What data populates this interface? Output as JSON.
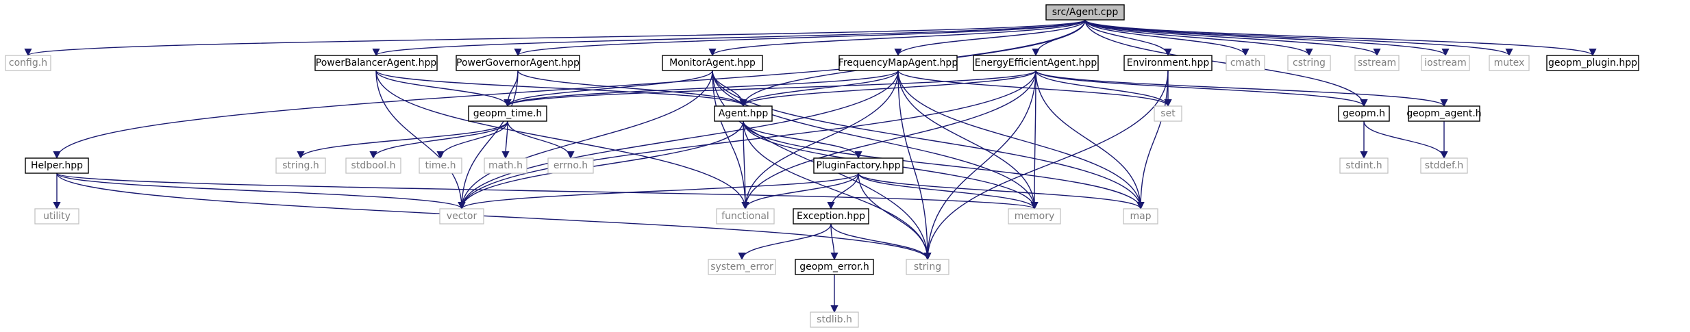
{
  "graph": {
    "edge_color": "#191970",
    "nodes": [
      {
        "id": "root",
        "label": "src/Agent.cpp",
        "kind": "root"
      },
      {
        "id": "config",
        "label": "config.h",
        "kind": "system"
      },
      {
        "id": "powerbal",
        "label": "PowerBalancerAgent.hpp",
        "kind": "local"
      },
      {
        "id": "powergov",
        "label": "PowerGovernorAgent.hpp",
        "kind": "local"
      },
      {
        "id": "monitor",
        "label": "MonitorAgent.hpp",
        "kind": "local"
      },
      {
        "id": "freqmap",
        "label": "FrequencyMapAgent.hpp",
        "kind": "local"
      },
      {
        "id": "energy",
        "label": "EnergyEfficientAgent.hpp",
        "kind": "local"
      },
      {
        "id": "environment",
        "label": "Environment.hpp",
        "kind": "local"
      },
      {
        "id": "cmath",
        "label": "cmath",
        "kind": "system"
      },
      {
        "id": "cstring",
        "label": "cstring",
        "kind": "system"
      },
      {
        "id": "sstream",
        "label": "sstream",
        "kind": "system"
      },
      {
        "id": "iostream",
        "label": "iostream",
        "kind": "system"
      },
      {
        "id": "mutex",
        "label": "mutex",
        "kind": "system"
      },
      {
        "id": "plugin",
        "label": "geopm_plugin.hpp",
        "kind": "local"
      },
      {
        "id": "geopmtime",
        "label": "geopm_time.h",
        "kind": "local"
      },
      {
        "id": "agent",
        "label": "Agent.hpp",
        "kind": "local"
      },
      {
        "id": "set",
        "label": "set",
        "kind": "system"
      },
      {
        "id": "geopmh",
        "label": "geopm.h",
        "kind": "local"
      },
      {
        "id": "geopmagent",
        "label": "geopm_agent.h",
        "kind": "local"
      },
      {
        "id": "stringh",
        "label": "string.h",
        "kind": "system"
      },
      {
        "id": "stdbool",
        "label": "stdbool.h",
        "kind": "system"
      },
      {
        "id": "timeh",
        "label": "time.h",
        "kind": "system"
      },
      {
        "id": "mathh",
        "label": "math.h",
        "kind": "system"
      },
      {
        "id": "errnoh",
        "label": "errno.h",
        "kind": "system"
      },
      {
        "id": "pluginfactory",
        "label": "PluginFactory.hpp",
        "kind": "local"
      },
      {
        "id": "stdint",
        "label": "stdint.h",
        "kind": "system"
      },
      {
        "id": "stddef",
        "label": "stddef.h",
        "kind": "system"
      },
      {
        "id": "helper",
        "label": "Helper.hpp",
        "kind": "local"
      },
      {
        "id": "utility",
        "label": "utility",
        "kind": "system"
      },
      {
        "id": "vector",
        "label": "vector",
        "kind": "system"
      },
      {
        "id": "functional",
        "label": "functional",
        "kind": "system"
      },
      {
        "id": "exception",
        "label": "Exception.hpp",
        "kind": "local"
      },
      {
        "id": "memory",
        "label": "memory",
        "kind": "system"
      },
      {
        "id": "map",
        "label": "map",
        "kind": "system"
      },
      {
        "id": "system_error",
        "label": "system_error",
        "kind": "system"
      },
      {
        "id": "string",
        "label": "string",
        "kind": "system"
      },
      {
        "id": "geopmerror",
        "label": "geopm_error.h",
        "kind": "local"
      },
      {
        "id": "stdlib",
        "label": "stdlib.h",
        "kind": "system"
      }
    ],
    "edges": [
      [
        "root",
        "config"
      ],
      [
        "root",
        "powerbal"
      ],
      [
        "root",
        "powergov"
      ],
      [
        "root",
        "monitor"
      ],
      [
        "root",
        "freqmap"
      ],
      [
        "root",
        "energy"
      ],
      [
        "root",
        "environment"
      ],
      [
        "root",
        "cmath"
      ],
      [
        "root",
        "cstring"
      ],
      [
        "root",
        "sstream"
      ],
      [
        "root",
        "iostream"
      ],
      [
        "root",
        "mutex"
      ],
      [
        "root",
        "plugin"
      ],
      [
        "root",
        "helper"
      ],
      [
        "root",
        "agent"
      ],
      [
        "root",
        "geopmh"
      ],
      [
        "powerbal",
        "geopmtime"
      ],
      [
        "powerbal",
        "agent"
      ],
      [
        "powerbal",
        "vector"
      ],
      [
        "powerbal",
        "functional"
      ],
      [
        "powergov",
        "geopmtime"
      ],
      [
        "powergov",
        "agent"
      ],
      [
        "powergov",
        "vector"
      ],
      [
        "monitor",
        "geopmtime"
      ],
      [
        "monitor",
        "agent"
      ],
      [
        "monitor",
        "vector"
      ],
      [
        "monitor",
        "functional"
      ],
      [
        "monitor",
        "string"
      ],
      [
        "monitor",
        "memory"
      ],
      [
        "monitor",
        "map"
      ],
      [
        "freqmap",
        "geopmtime"
      ],
      [
        "freqmap",
        "agent"
      ],
      [
        "freqmap",
        "set"
      ],
      [
        "freqmap",
        "functional"
      ],
      [
        "freqmap",
        "vector"
      ],
      [
        "freqmap",
        "memory"
      ],
      [
        "freqmap",
        "map"
      ],
      [
        "freqmap",
        "string"
      ],
      [
        "energy",
        "geopmtime"
      ],
      [
        "energy",
        "agent"
      ],
      [
        "energy",
        "set"
      ],
      [
        "energy",
        "geopmh"
      ],
      [
        "energy",
        "geopmagent"
      ],
      [
        "energy",
        "vector"
      ],
      [
        "energy",
        "functional"
      ],
      [
        "energy",
        "memory"
      ],
      [
        "energy",
        "map"
      ],
      [
        "energy",
        "string"
      ],
      [
        "environment",
        "set"
      ],
      [
        "environment",
        "map"
      ],
      [
        "environment",
        "string"
      ],
      [
        "geopmtime",
        "stringh"
      ],
      [
        "geopmtime",
        "stdbool"
      ],
      [
        "geopmtime",
        "timeh"
      ],
      [
        "geopmtime",
        "mathh"
      ],
      [
        "geopmtime",
        "errnoh"
      ],
      [
        "agent",
        "pluginfactory"
      ],
      [
        "agent",
        "vector"
      ],
      [
        "agent",
        "functional"
      ],
      [
        "agent",
        "memory"
      ],
      [
        "agent",
        "map"
      ],
      [
        "agent",
        "string"
      ],
      [
        "pluginfactory",
        "exception"
      ],
      [
        "pluginfactory",
        "vector"
      ],
      [
        "pluginfactory",
        "functional"
      ],
      [
        "pluginfactory",
        "memory"
      ],
      [
        "pluginfactory",
        "map"
      ],
      [
        "pluginfactory",
        "string"
      ],
      [
        "exception",
        "system_error"
      ],
      [
        "exception",
        "geopmerror"
      ],
      [
        "exception",
        "string"
      ],
      [
        "geopmerror",
        "stdlib"
      ],
      [
        "geopmh",
        "stdint"
      ],
      [
        "geopmh",
        "stddef"
      ],
      [
        "geopmagent",
        "stddef"
      ],
      [
        "helper",
        "utility"
      ],
      [
        "helper",
        "vector"
      ],
      [
        "helper",
        "string"
      ],
      [
        "helper",
        "memory"
      ]
    ]
  }
}
